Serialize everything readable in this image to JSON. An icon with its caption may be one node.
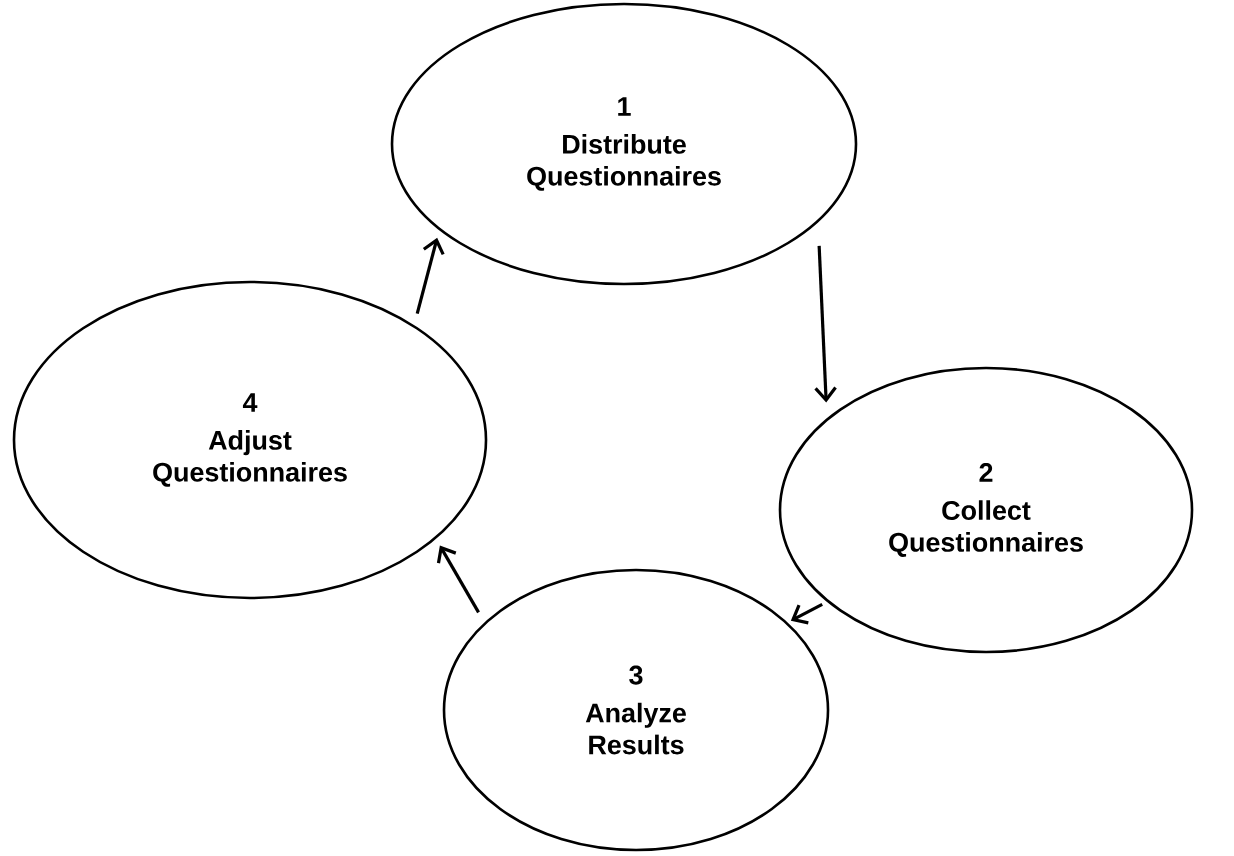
{
  "diagram": {
    "nodes": [
      {
        "text": [
          "1",
          "Distribute Questionnaires"
        ]
      },
      {
        "text": [
          "2",
          "Collect Questionnaires"
        ]
      },
      {
        "text": [
          "3",
          "Analyze Results"
        ]
      },
      {
        "text": [
          "4",
          "Adjust Questionnaires"
        ]
      }
    ],
    "edges": [
      {
        "from": 0,
        "to": 1,
        "arrow": "to"
      },
      {
        "from": 1,
        "to": 2,
        "arrow": "to"
      },
      {
        "from": 2,
        "to": 3,
        "arrow": "to"
      },
      {
        "from": 3,
        "to": 0,
        "arrow": "to"
      }
    ]
  }
}
